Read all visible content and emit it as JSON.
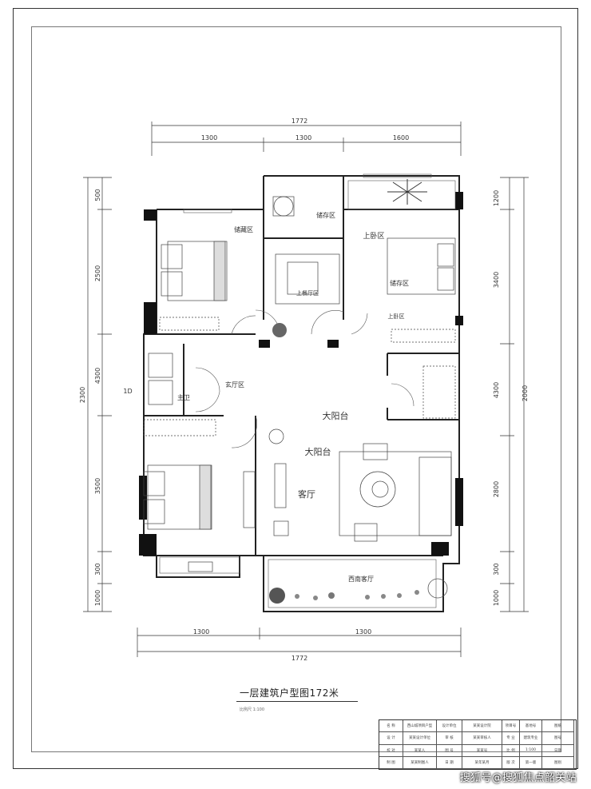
{
  "dimensions": {
    "top_total": "1772",
    "top_segments": [
      "1300",
      "1300",
      "1600"
    ],
    "bottom_total": "1772",
    "bottom_segments": [
      "1300",
      "1300"
    ],
    "left_total": "2300",
    "left_segments": [
      "500",
      "2500",
      "4300",
      "3500",
      "300",
      "1000"
    ],
    "right_total": "2000",
    "right_segments": [
      "1200",
      "3400",
      "4300",
      "2800",
      "300",
      "1000"
    ]
  },
  "rooms": {
    "top_left_bedroom": "储藏区",
    "top_small_room": "储存区",
    "top_right_label_a": "上卧区",
    "top_right_label_b": "储存区",
    "top_right_label_c": "上卧区",
    "dining": "上餐厅区",
    "center_hall": "玄厅区",
    "side_small": "大阳台",
    "living_label_a": "大阳台",
    "living": "客厅",
    "bottom_room": "主卫",
    "balcony": "西南客厅",
    "left_marker": "1D"
  },
  "caption": {
    "title": "一层建筑户型图172米",
    "subtitle": "比例尺 1:100"
  },
  "title_block": {
    "cells": [
      [
        "名 称",
        "西山城项目户型",
        "设计单位",
        "某某设计院",
        "项目号",
        "基地号",
        "图纸"
      ],
      [
        "设 计",
        "某某设计单位",
        "审 核",
        "某某审核人",
        "专 业",
        "建筑专业",
        "图号"
      ],
      [
        "校 对",
        "某某人",
        "图 号",
        "某某号",
        "比 例",
        "1:100",
        "日期"
      ],
      [
        "制 图",
        "某某制图人",
        "日 期",
        "某年某月",
        "版 次",
        "第一版",
        "图别"
      ]
    ]
  },
  "watermark": "搜狐号@搜狐焦点韶关站"
}
